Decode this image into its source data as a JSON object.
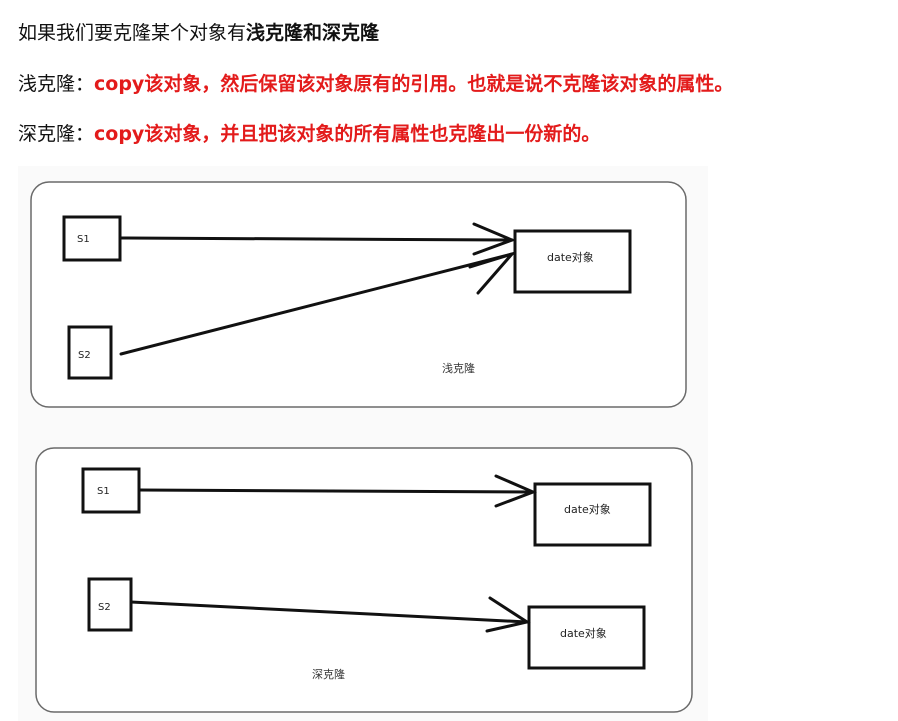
{
  "intro": {
    "prefix": "如果我们要克隆某个对象有",
    "emphasis": "浅克隆和深克隆"
  },
  "shallow_line": {
    "label": "浅克隆：",
    "text": "copy该对象，然后保留该对象原有的引用。也就是说不克隆该对象的属性。"
  },
  "deep_line": {
    "label": "深克隆：",
    "text": "copy该对象，并且把该对象的所有属性也克隆出一份新的。"
  },
  "diagram_shallow": {
    "s1": "S1",
    "s2": "S2",
    "target": "date对象",
    "caption": "浅克隆"
  },
  "diagram_deep": {
    "s1": "S1",
    "s2": "S2",
    "target1": "date对象",
    "target2": "date对象",
    "caption": "深克隆"
  }
}
